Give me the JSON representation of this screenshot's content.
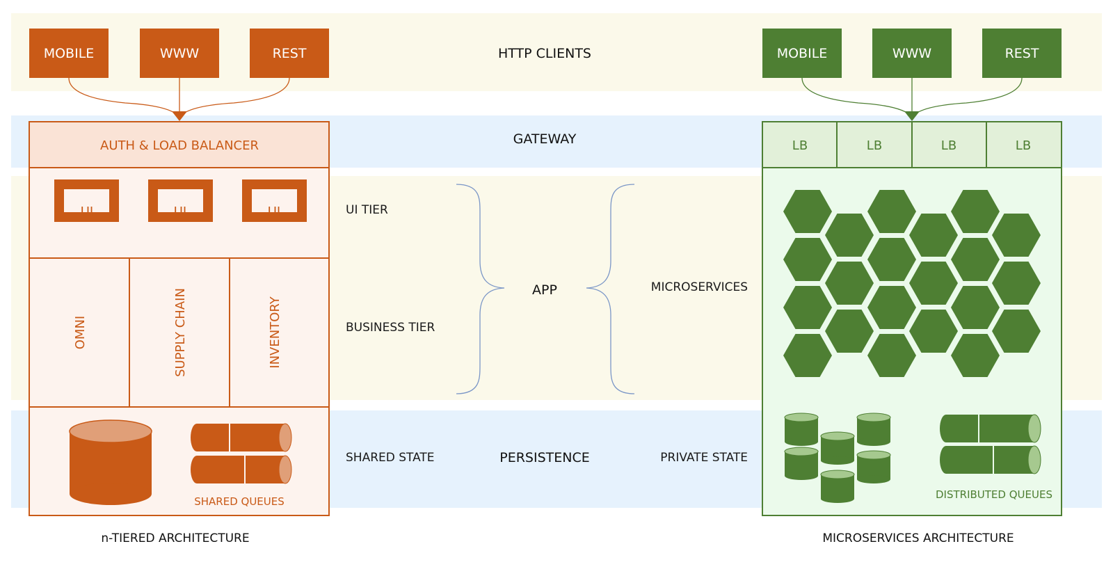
{
  "colors": {
    "orange": "#c95a17",
    "orange_light": "#fae3d6",
    "orange_bg": "#fdf3ee",
    "orange_db_top": "#e09f78",
    "green": "#4e7f33",
    "green_light": "#e2f0d9",
    "green_bg": "#ebfaeb",
    "band_yellow": "#fbf9ea",
    "band_blue": "#e6f2fd"
  },
  "layers": {
    "http_clients": "HTTP CLIENTS",
    "gateway": "GATEWAY",
    "app": "APP",
    "persistence": "PERSISTENCE"
  },
  "left": {
    "clients": [
      "MOBILE",
      "WWW",
      "REST"
    ],
    "gateway_label": "AUTH & LOAD BALANCER",
    "ui_boxes": [
      "UI",
      "UI",
      "UI"
    ],
    "business_modules": [
      "OMNI",
      "SUPPLY CHAIN",
      "INVENTORY"
    ],
    "queues_label": "SHARED QUEUES",
    "caption": "n-TIERED ARCHITECTURE"
  },
  "middle": {
    "ui_tier": "UI TIER",
    "business_tier": "BUSINESS TIER",
    "shared_state": "SHARED STATE",
    "microservices": "MICROSERVICES",
    "private_state": "PRIVATE STATE"
  },
  "right": {
    "clients": [
      "MOBILE",
      "WWW",
      "REST"
    ],
    "lb_labels": [
      "LB",
      "LB",
      "LB",
      "LB"
    ],
    "queues_label": "DISTRIBUTED QUEUES",
    "caption": "MICROSERVICES ARCHITECTURE"
  },
  "icons": {
    "hexagon": "microservice-hexagon-icon",
    "database": "database-cylinder-icon",
    "queue": "queue-cylinder-icon"
  }
}
